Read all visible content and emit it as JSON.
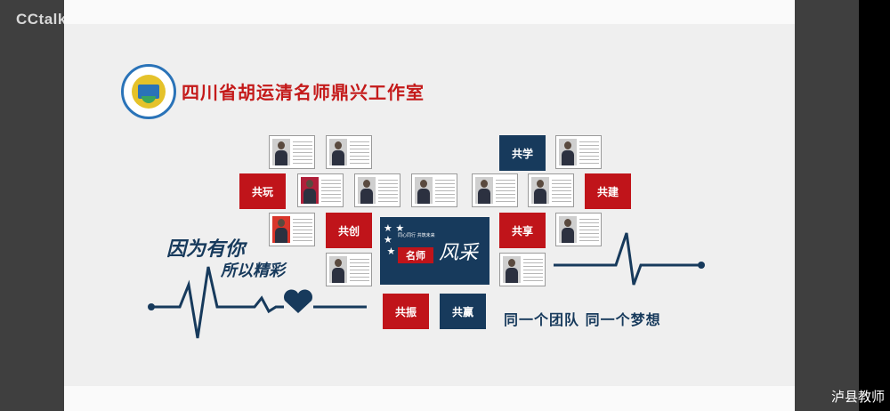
{
  "app": {
    "logo": "CCtalk",
    "corner_label": "泸县教师"
  },
  "slide": {
    "title": "四川省胡运清名师鼎兴工作室",
    "tiles": {
      "gongwan": "共玩",
      "gongchuang": "共创",
      "gongzhen": "共振",
      "gongying": "共赢",
      "gongxue": "共学",
      "gongjian": "共建",
      "gongxiang": "共享"
    },
    "center_panel": {
      "motto": "同心同行 共筑未来",
      "name": "名师",
      "fengcai": "风采"
    },
    "handwriting": {
      "line1": "因为有你",
      "line2": "所以精彩"
    },
    "slogan": "同一个团队  同一个梦想"
  },
  "colors": {
    "red": "#c0141a",
    "navy": "#173a5c",
    "background": "#efefef"
  }
}
